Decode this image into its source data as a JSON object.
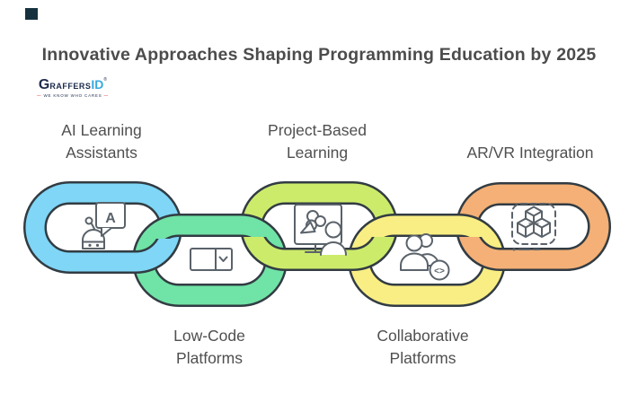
{
  "header": {
    "title": "Innovative Approaches Shaping Programming Education by 2025",
    "title_color": "#4c4c4c",
    "corner_square_color": "#15313d"
  },
  "logo": {
    "brand_g": "G",
    "brand_rest": "RAFFERS",
    "brand_id": "ID",
    "registered_mark": "®",
    "dash": "—",
    "tagline": "WE KNOW WHO CARES",
    "navy": "#1d2b4b",
    "blue": "#36a9e0",
    "red": "#d9534f"
  },
  "chain": {
    "outline_color": "#323c43",
    "icon_stroke": "#5a626a",
    "label_color": "#4f4f4f",
    "links": [
      {
        "name": "ai-learning-assistants",
        "label_lines": [
          "AI Learning",
          "Assistants"
        ],
        "label_position": "above",
        "color": "#7fd6f7",
        "icon": "robot-chat-icon",
        "icon_letter": "A"
      },
      {
        "name": "low-code-platforms",
        "label_lines": [
          "Low-Code",
          "Platforms"
        ],
        "label_position": "below",
        "color": "#70e3a6",
        "icon": "dropdown-select-icon"
      },
      {
        "name": "project-based-learning",
        "label_lines": [
          "Project-Based",
          "Learning"
        ],
        "label_position": "above",
        "color": "#cdeb6b",
        "icon": "monitor-presenter-icon"
      },
      {
        "name": "collaborative-platforms",
        "label_lines": [
          "Collaborative",
          "Platforms"
        ],
        "label_position": "below",
        "color": "#f9ee83",
        "icon": "team-code-icon",
        "icon_glyph": "<>"
      },
      {
        "name": "ar-vr-integration",
        "label_lines": [
          "AR/VR Integration"
        ],
        "label_position": "above",
        "color": "#f4b076",
        "icon": "ar-cubes-icon"
      }
    ]
  }
}
